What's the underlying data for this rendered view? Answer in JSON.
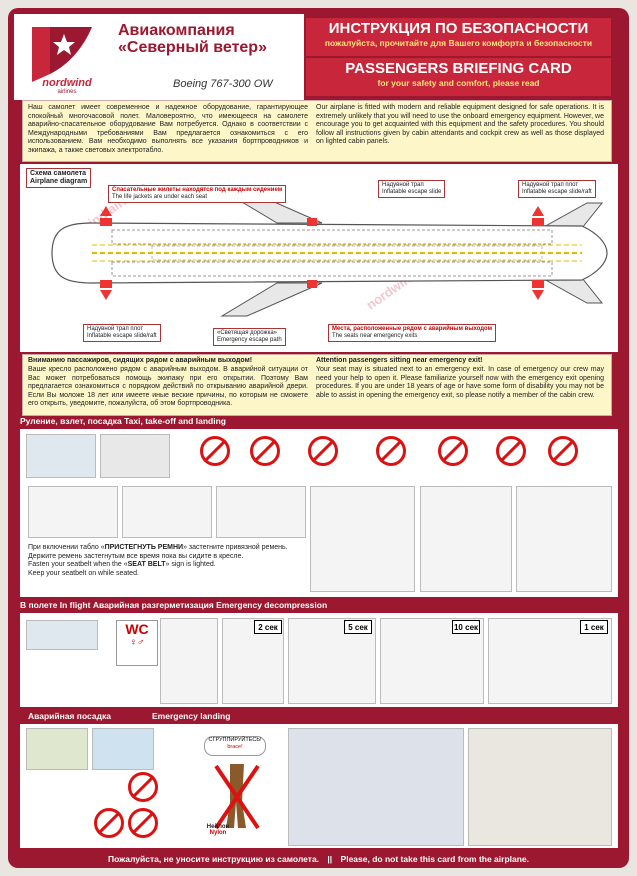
{
  "header": {
    "airline_ru_line1": "Авиакомпания",
    "airline_ru_line2": "«Северный ветер»",
    "logo_text": "nordwind",
    "logo_sub": "airlines",
    "aircraft": "Boeing 767-300 OW",
    "title_ru": "ИНСТРУКЦИЯ ПО БЕЗОПАСНОСТИ",
    "subtitle_ru": "пожалуйста, прочитайте для Вашего комфорта и безопасности",
    "title_en": "PASSENGERS BRIEFING CARD",
    "subtitle_en": "for your safety and comfort, please read"
  },
  "intro": {
    "ru": "Наш самолет имеет современное и надежное оборудование, гарантирующее спокойный многочасовой полет. Маловероятно, что имеющееся на самолете аварийно-спасательное оборудование Вам потребуется. Однако в соответствии с Международными требованиями Вам предлагается ознакомиться с его использованием. Вам необходимо выполнять все указания бортпроводников и экипажа, а также световых электротабло.",
    "en": "Our airplane is fitted with modern and reliable equipment designed for safe operations. It is extremely unlikely that you will need to use the onboard emergency equipment. However, we encourage you to get acquainted with this equipment and the safety procedures. You should follow all instructions given by cabin attendants and cockpit crew as well as those displayed on lighted cabin panels."
  },
  "diagram": {
    "title_ru": "Схема самолета",
    "title_en": "Airplane diagram",
    "vests_ru": "Спасательные жилеты находятся под каждым сидением",
    "vests_en": "The life jackets are under each seat",
    "slide_ru": "Надувной трап",
    "slide_en": "Inflatable escape slide",
    "slide_raft_ru": "Надувной трап плот",
    "slide_raft_en": "Inflatable escape slide/raft",
    "path_ru": "«Светящая дорожка»",
    "path_en": "Emergency escape path",
    "exit_seats_ru": "Места, расположенные рядом с аварийным выходом",
    "exit_seats_en": "The seats near emergency exits",
    "watermark": "nordwind airlines"
  },
  "exit_row": {
    "title_ru": "Вниманию пассажиров, сидящих рядом с аварийным выходом!",
    "text_ru": "Ваше кресло расположено рядом с аварийным выходом. В аварийной ситуации от Вас может потребоваться помощь экипажу при его открытии. Поэтому Вам предлагается ознакомиться с порядком действий по открыванию аварийной двери. Если Вы моложе 18 лет или имеете иные веские причины, по которым не сможете его открыть, уведомите, пожалуйста, об этом бортпроводника.",
    "title_en": "Attention passengers sitting near emergency exit!",
    "text_en": "Your seat may is situated next to an emergency exit. In case of emergency our crew may need your help to open it. Please familiarize yourself now with the emergency exit opening procedures. If you are under 18 years of age or have some form of disability you may not be able to assist in opening the emergency exit, so please notify a member of the cabin crew."
  },
  "taxi": {
    "title": "Руление, взлет, посадка Taxi, take-off and landing",
    "seatbelt_ru_1": "При включении табло «",
    "seatbelt_ru_bold": "ПРИСТЕГНУТЬ РЕМНИ",
    "seatbelt_ru_2": "» застегните привязной ремень. Держите ремень застегнутым все время пока вы сидите в кресле.",
    "seatbelt_en_1": "Fasten your seatbelt when the «",
    "seatbelt_en_bold": "SEAT BELT",
    "seatbelt_en_2": "» sign is lighted.",
    "seatbelt_en_3": "Keep your seatbelt on while seated."
  },
  "decompression": {
    "title": "В полете In flight Аварийная разгерметизация Emergency decompression",
    "wc": "WC",
    "t1": "2",
    "t2": "5",
    "t3": "10",
    "t4": "1",
    "sec": "сек"
  },
  "landing": {
    "title_ru": "Аварийная посадка",
    "title_en": "Emergency landing",
    "brace_ru": "СГРУППИРУЙТЕСЬ!",
    "brace_en": "brace!",
    "nylon_ru": "Нейлон",
    "nylon_en": "Nylon"
  },
  "footer": {
    "ru": "Пожалуйста, не уносите инструкцию из самолета.",
    "sep": "||",
    "en": "Please, do not take this card from the airplane."
  }
}
